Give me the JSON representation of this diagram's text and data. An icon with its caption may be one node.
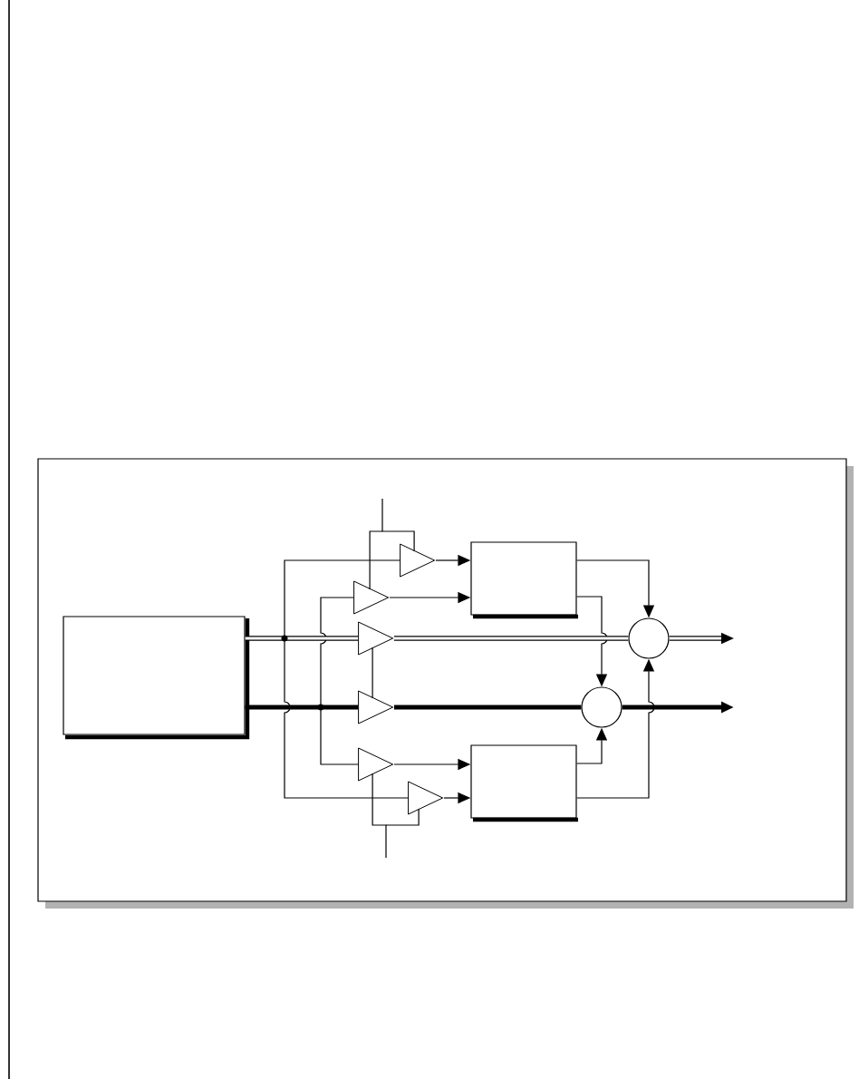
{
  "diagram": {
    "nodes": [
      {
        "text": [],
        "shape": "box"
      },
      {
        "text": [],
        "shape": "triangle"
      },
      {
        "text": [],
        "shape": "triangle"
      },
      {
        "text": [],
        "shape": "triangle"
      },
      {
        "text": [],
        "shape": "triangle"
      },
      {
        "text": [],
        "shape": "triangle"
      },
      {
        "text": [],
        "shape": "triangle"
      },
      {
        "text": [],
        "shape": "box"
      },
      {
        "text": [],
        "shape": "box"
      },
      {
        "text": [],
        "shape": "circle"
      },
      {
        "text": [],
        "shape": "circle"
      }
    ],
    "edges": [
      {
        "from": 0,
        "to": 3,
        "arrow": "none",
        "style": "thick"
      },
      {
        "from": 0,
        "to": 1,
        "arrow": "none"
      },
      {
        "from": 0,
        "to": 6,
        "arrow": "none"
      },
      {
        "from": 0,
        "to": 4,
        "arrow": "none",
        "style": "thick"
      },
      {
        "from": 0,
        "to": 2,
        "arrow": "none"
      },
      {
        "from": 0,
        "to": 5,
        "arrow": "none"
      },
      {
        "from": 1,
        "to": 7,
        "arrow": "to"
      },
      {
        "from": 2,
        "to": 7,
        "arrow": "to"
      },
      {
        "from": 3,
        "to": 9,
        "arrow": "none",
        "style": "thick"
      },
      {
        "from": 4,
        "to": 10,
        "arrow": "none",
        "style": "thick"
      },
      {
        "from": 5,
        "to": 8,
        "arrow": "to"
      },
      {
        "from": 6,
        "to": 8,
        "arrow": "to"
      },
      {
        "from": 7,
        "to": 9,
        "arrow": "to"
      },
      {
        "from": 7,
        "to": 10,
        "arrow": "to"
      },
      {
        "from": 8,
        "to": 10,
        "arrow": "to"
      },
      {
        "from": 8,
        "to": 9,
        "arrow": "to"
      },
      {
        "from": 9,
        "to": null,
        "arrow": "to",
        "style": "thick"
      },
      {
        "from": 10,
        "to": null,
        "arrow": "to",
        "style": "thick"
      },
      {
        "from": 3,
        "to": 4,
        "arrow": "none"
      },
      {
        "from": null,
        "to": 1,
        "arrow": "none"
      },
      {
        "from": null,
        "to": 2,
        "arrow": "none"
      },
      {
        "from": null,
        "to": 5,
        "arrow": "none"
      },
      {
        "from": null,
        "to": 6,
        "arrow": "none"
      }
    ]
  }
}
